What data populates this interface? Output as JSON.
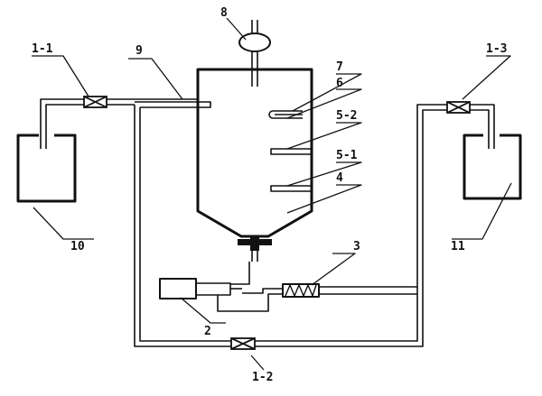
{
  "labels": {
    "l_1_1": "1-1",
    "l_1_2": "1-2",
    "l_1_3": "1-3",
    "l_2": "2",
    "l_3": "3",
    "l_4": "4",
    "l_5_1": "5-1",
    "l_5_2": "5-2",
    "l_6": "6",
    "l_7": "7",
    "l_8": "8",
    "l_9": "9",
    "l_10": "10",
    "l_11": "11"
  },
  "colors": {
    "line": "#111111",
    "background": "#ffffff"
  },
  "icons": {
    "valve": "valve-icon",
    "heater": "heater-coil-icon",
    "pump": "pump-icon",
    "motor": "stirrer-motor-icon"
  }
}
